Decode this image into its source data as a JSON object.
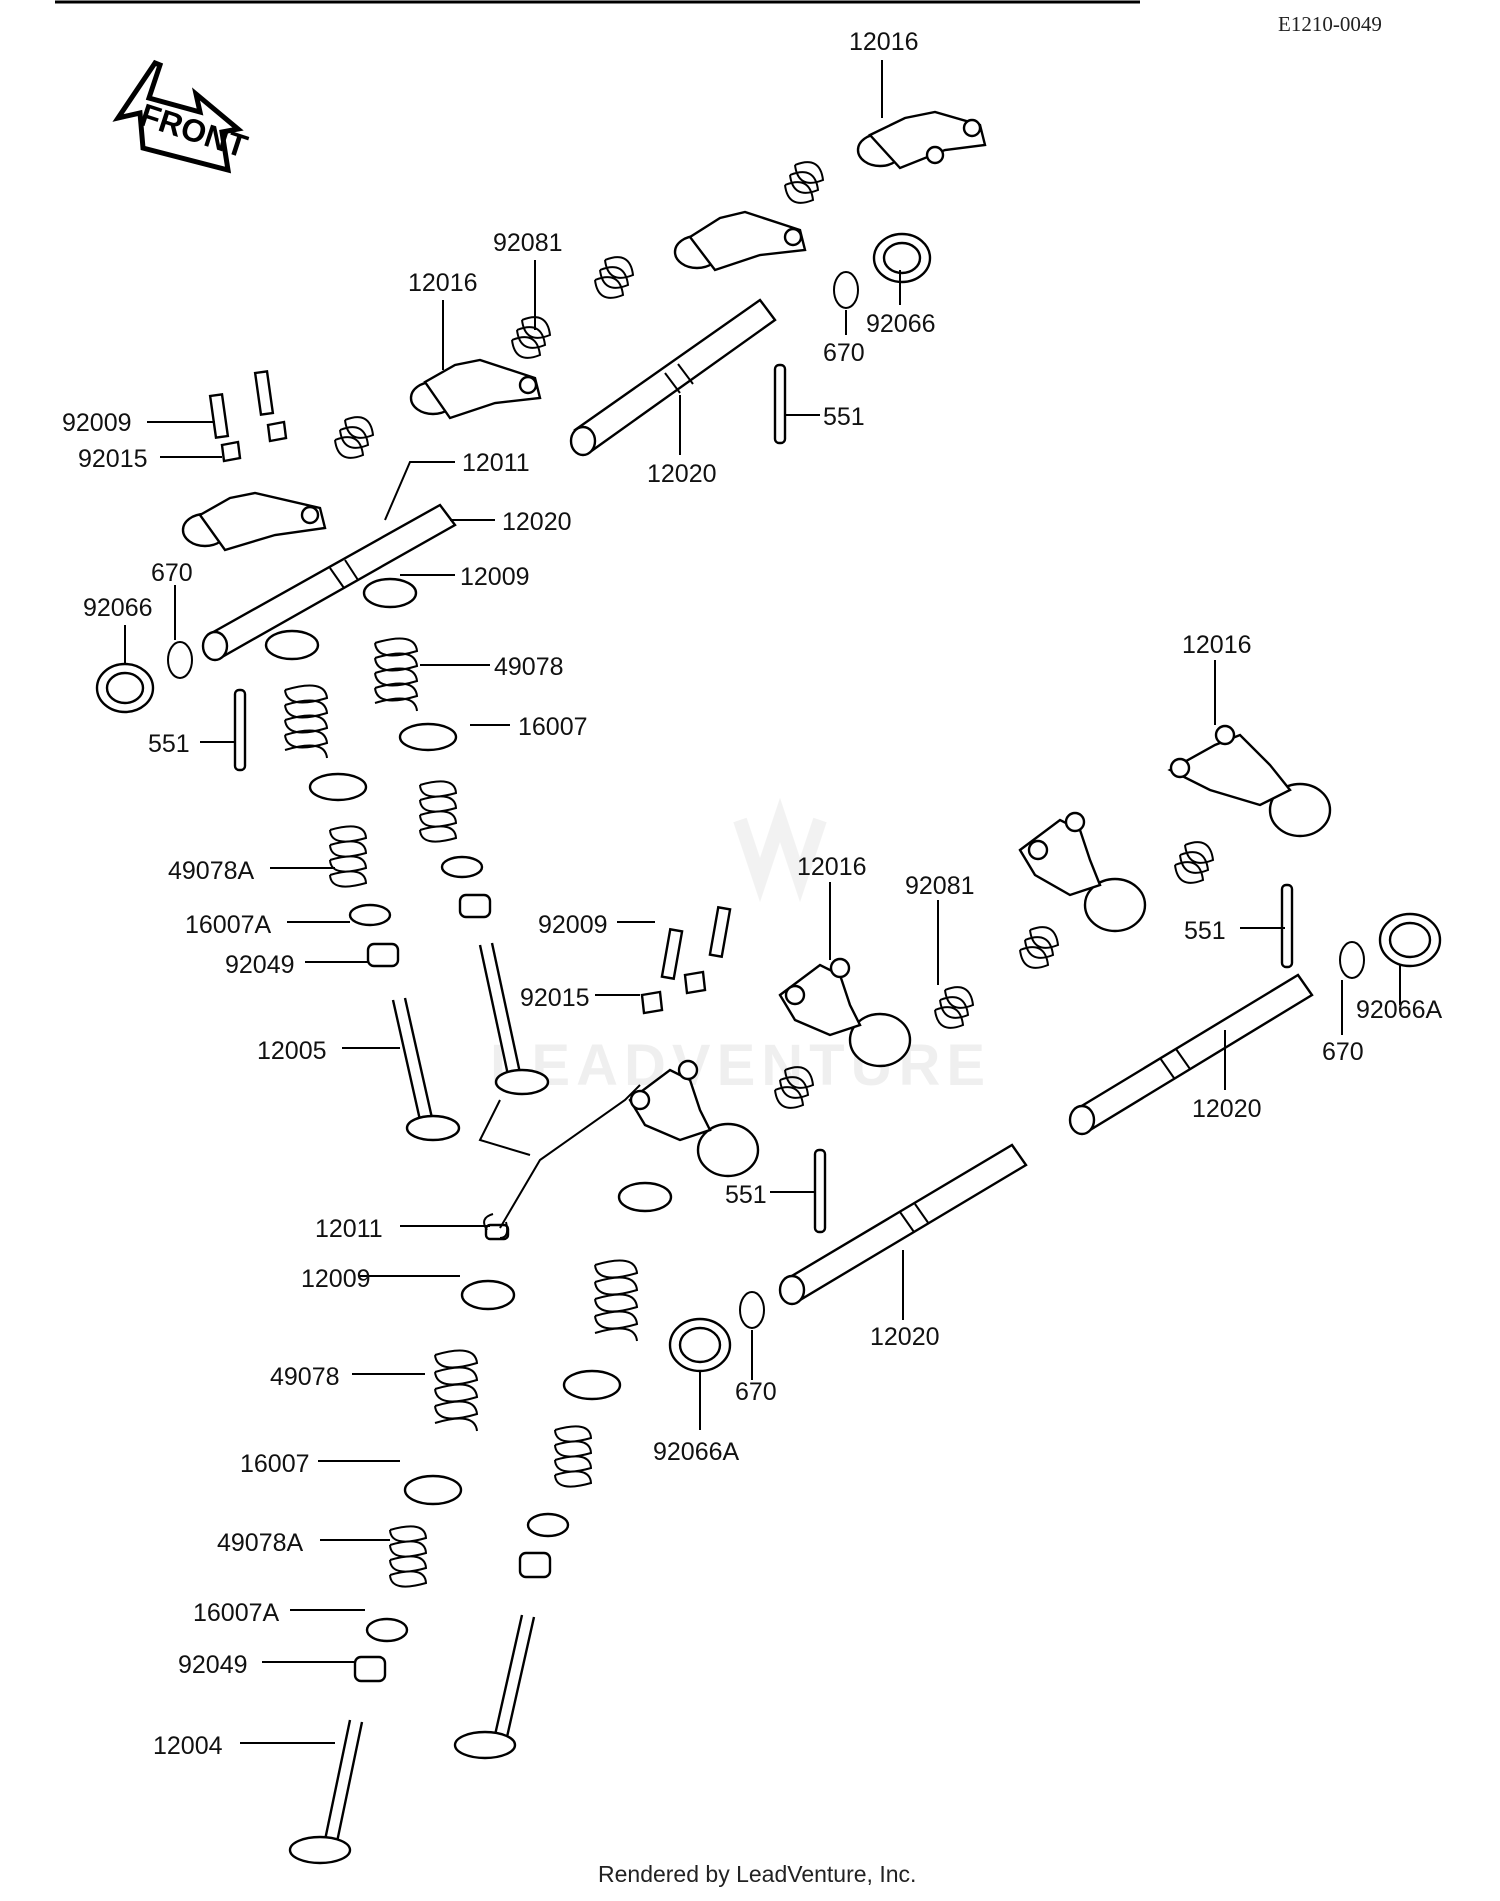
{
  "diagram": {
    "reference_code": "E1210-0049",
    "front_marker": "FRONT",
    "watermark": "LEADVENTURE",
    "footer": "Rendered by LeadVenture, Inc.",
    "callouts": [
      "12016",
      "92081",
      "12016",
      "92066",
      "670",
      "551",
      "12020",
      "92009",
      "92015",
      "12011",
      "12020",
      "670",
      "12009",
      "92066",
      "49078",
      "16007",
      "551",
      "49078A",
      "16007A",
      "92049",
      "12005",
      "12016",
      "12016",
      "92081",
      "92009",
      "92015",
      "551",
      "92066A",
      "670",
      "12020",
      "551",
      "12011",
      "12009",
      "12020",
      "49078",
      "670",
      "92066A",
      "16007",
      "49078A",
      "16007A",
      "92049",
      "12004"
    ]
  }
}
